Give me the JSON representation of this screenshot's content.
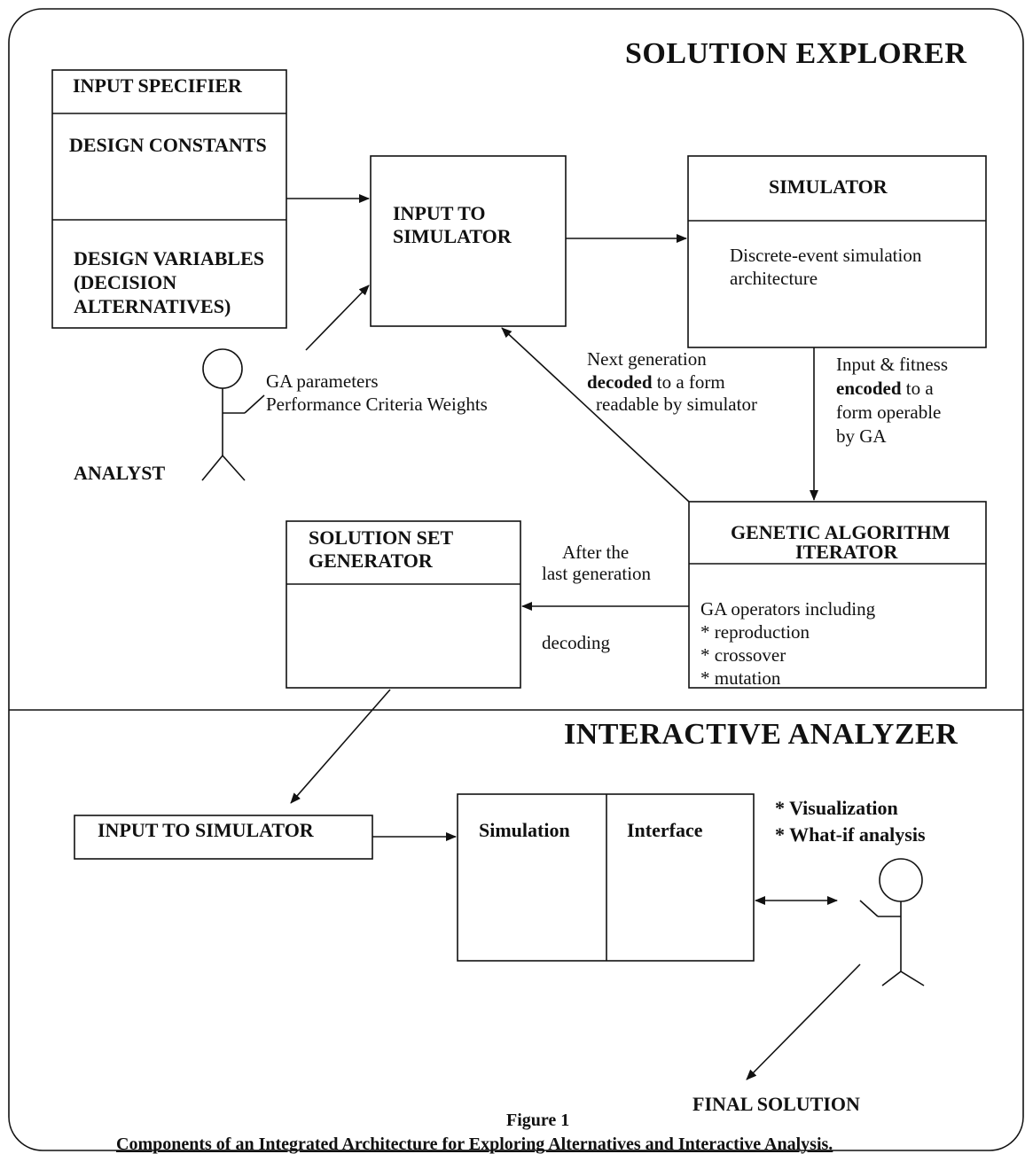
{
  "solution_explorer": {
    "title": "SOLUTION EXPLORER",
    "input_specifier": {
      "title": "INPUT SPECIFIER",
      "constants": "DESIGN CONSTANTS",
      "variables_1": "DESIGN VARIABLES",
      "variables_2": "(DECISION",
      "variables_3": "ALTERNATIVES)"
    },
    "input_to_simulator": {
      "line1": "INPUT TO",
      "line2": "SIMULATOR"
    },
    "simulator": {
      "title": "SIMULATOR",
      "desc1": "Discrete-event simulation",
      "desc2": "architecture"
    },
    "analyst": {
      "label": "ANALYST",
      "params1": "GA parameters",
      "params2": "Performance Criteria Weights"
    },
    "next_generation": {
      "line1": "Next generation",
      "line2_bold": "decoded",
      "line2_rest": " to a form",
      "line3": "readable by simulator"
    },
    "input_fitness": {
      "line1": "Input & fitness",
      "line2_bold": "encoded",
      "line2_rest": " to a",
      "line3": "form operable",
      "line4": "by GA"
    },
    "ga_iterator": {
      "title1": "GENETIC ALGORITHM",
      "title2": "ITERATOR",
      "ops1": "GA operators including",
      "ops2": "* reproduction",
      "ops3": "* crossover",
      "ops4": "* mutation"
    },
    "solution_set": {
      "title1": "SOLUTION SET",
      "title2": "GENERATOR"
    },
    "after_last": {
      "line1": "After the",
      "line2": "last generation"
    },
    "decoding": "decoding"
  },
  "interactive_analyzer": {
    "title": "INTERACTIVE ANALYZER",
    "input_to_simulator": "INPUT TO SIMULATOR",
    "simulation": "Simulation",
    "interface": "Interface",
    "visualization": "* Visualization",
    "what_if": "* What-if analysis",
    "final_solution": "FINAL SOLUTION"
  },
  "caption": {
    "figure": "Figure 1",
    "text": "Components of an Integrated Architecture for Exploring Alternatives and Interactive Analysis."
  }
}
